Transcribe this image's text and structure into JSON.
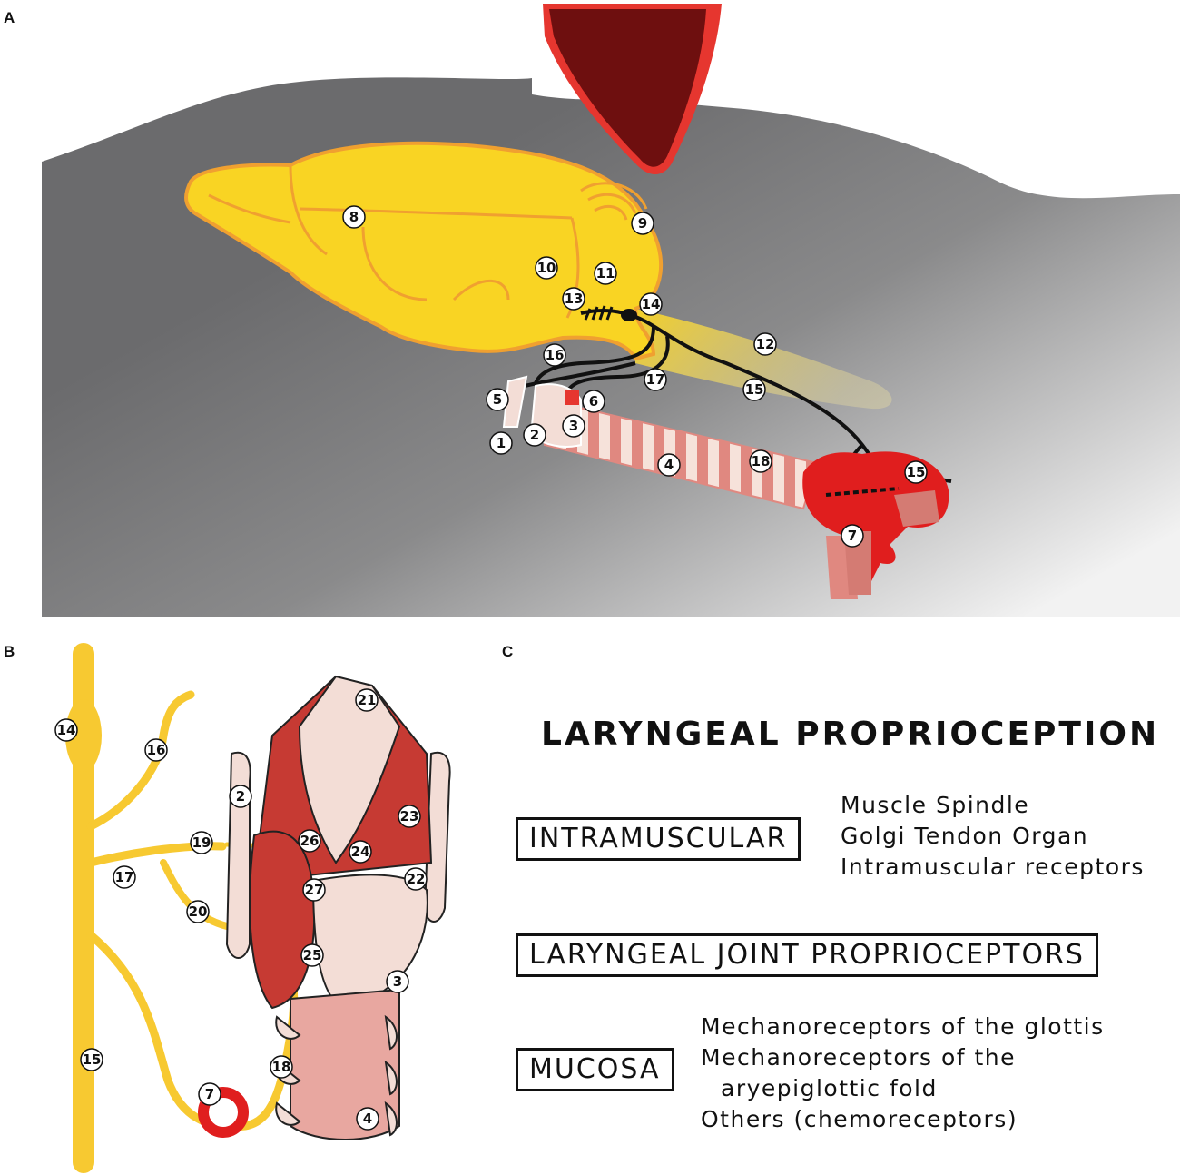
{
  "panels": {
    "a": "A",
    "b": "B",
    "c": "C"
  },
  "colors": {
    "brain": "#F9D423",
    "brain_outline": "#F0A030",
    "nerve": "#111111",
    "trachea": "#E8A7A0",
    "vessel": "#E01E1E",
    "background_dark": "#6b6b6d",
    "cartilage": "#F3DDD6",
    "muscle": "#C63A33",
    "nerve_b": "#F7C931"
  },
  "labels_a": [
    "1",
    "2",
    "3",
    "4",
    "5",
    "6",
    "7",
    "8",
    "9",
    "10",
    "11",
    "12",
    "13",
    "14",
    "15",
    "15",
    "16",
    "17",
    "18"
  ],
  "labels_b": [
    "14",
    "16",
    "2",
    "21",
    "23",
    "26",
    "24",
    "19",
    "17",
    "27",
    "22",
    "20",
    "25",
    "3",
    "15",
    "18",
    "7",
    "4"
  ],
  "panel_c": {
    "title": "LARYNGEAL PROPRIOCEPTION",
    "intramuscular": {
      "label": "INTRAMUSCULAR",
      "items": [
        "Muscle Spindle",
        "Golgi Tendon Organ",
        "Intramuscular receptors"
      ]
    },
    "joint": {
      "label": "LARYNGEAL JOINT PROPRIOCEPTORS"
    },
    "mucosa": {
      "label": "MUCOSA",
      "items": [
        "Mechanoreceptors of the glottis",
        "Mechanoreceptors of the",
        "aryepiglottic fold",
        "Others (chemoreceptors)"
      ]
    }
  }
}
